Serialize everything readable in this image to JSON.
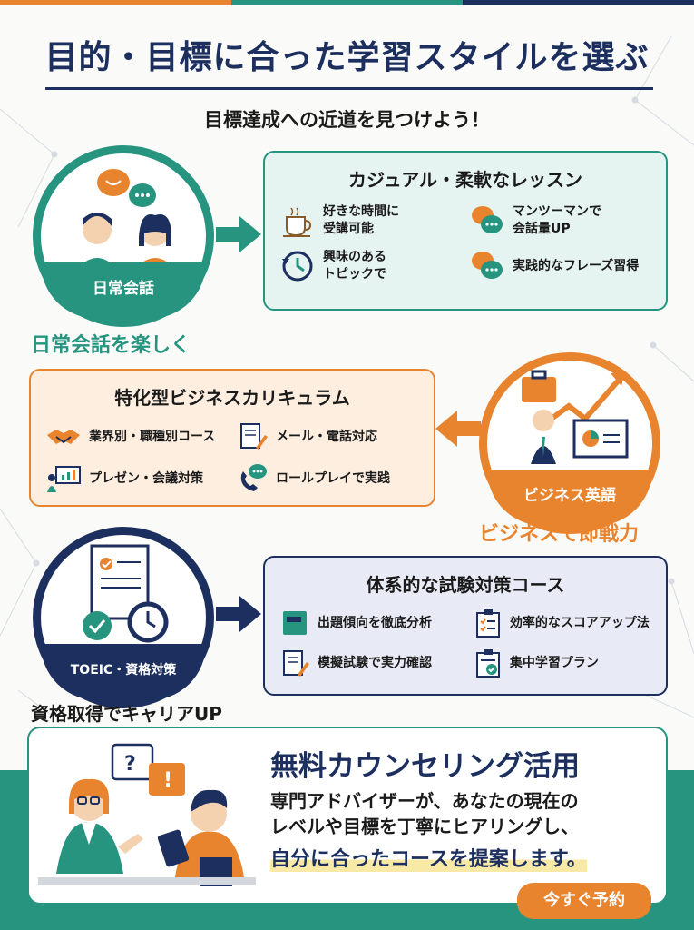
{
  "colors": {
    "navy": "#1c2f5e",
    "teal": "#26947f",
    "orange": "#e8832e",
    "teal_bg": "#e5f4f0",
    "orange_bg": "#fdeee0",
    "navy_bg": "#e8ebf5"
  },
  "header": {
    "title": "目的・目標に合った学習スタイルを選ぶ",
    "subtitle": "目標達成への近道を見つけよう！"
  },
  "sections": [
    {
      "circle_label": "日常会話",
      "caption": "日常会話を楽しく",
      "card_title": "カジュアル・柔軟なレッスン",
      "items": [
        {
          "icon": "coffee-cup-icon",
          "text": "好きな時間に\n受講可能"
        },
        {
          "icon": "chat-bubbles-icon",
          "text": "マンツーマンで\n会話量UP"
        },
        {
          "icon": "clock-arrow-icon",
          "text": "興味のある\nトピックで"
        },
        {
          "icon": "chat-bubbles-icon",
          "text": "実践的なフレーズ習得"
        }
      ]
    },
    {
      "circle_label": "ビジネス英語",
      "caption": "ビジネスで即戦力",
      "card_title": "特化型ビジネスカリキュラム",
      "items": [
        {
          "icon": "handshake-icon",
          "text": "業界別・職種別コース"
        },
        {
          "icon": "document-pen-icon",
          "text": "メール・電話対応"
        },
        {
          "icon": "presentation-icon",
          "text": "プレゼン・会議対策"
        },
        {
          "icon": "phone-chat-icon",
          "text": "ロールプレイで実践"
        }
      ]
    },
    {
      "circle_label": "TOEIC・資格対策",
      "caption": "資格取得でキャリアUP",
      "card_title": "体系的な試験対策コース",
      "items": [
        {
          "icon": "book-icon",
          "text": "出題傾向を徹底分析"
        },
        {
          "icon": "clipboard-icon",
          "text": "効率的なスコアアップ法"
        },
        {
          "icon": "document-pen-icon",
          "text": "模擬試験で実力確認"
        },
        {
          "icon": "clipboard-check-icon",
          "text": "集中学習プラン"
        }
      ]
    }
  ],
  "cta": {
    "title": "無料カウンセリング活用",
    "line1": "専門アドバイザーが、あなたの現在の",
    "line2": "レベルや目標を丁寧にヒアリングし、",
    "emphasis": "自分に合ったコースを提案します。",
    "button": "今すぐ予約"
  }
}
